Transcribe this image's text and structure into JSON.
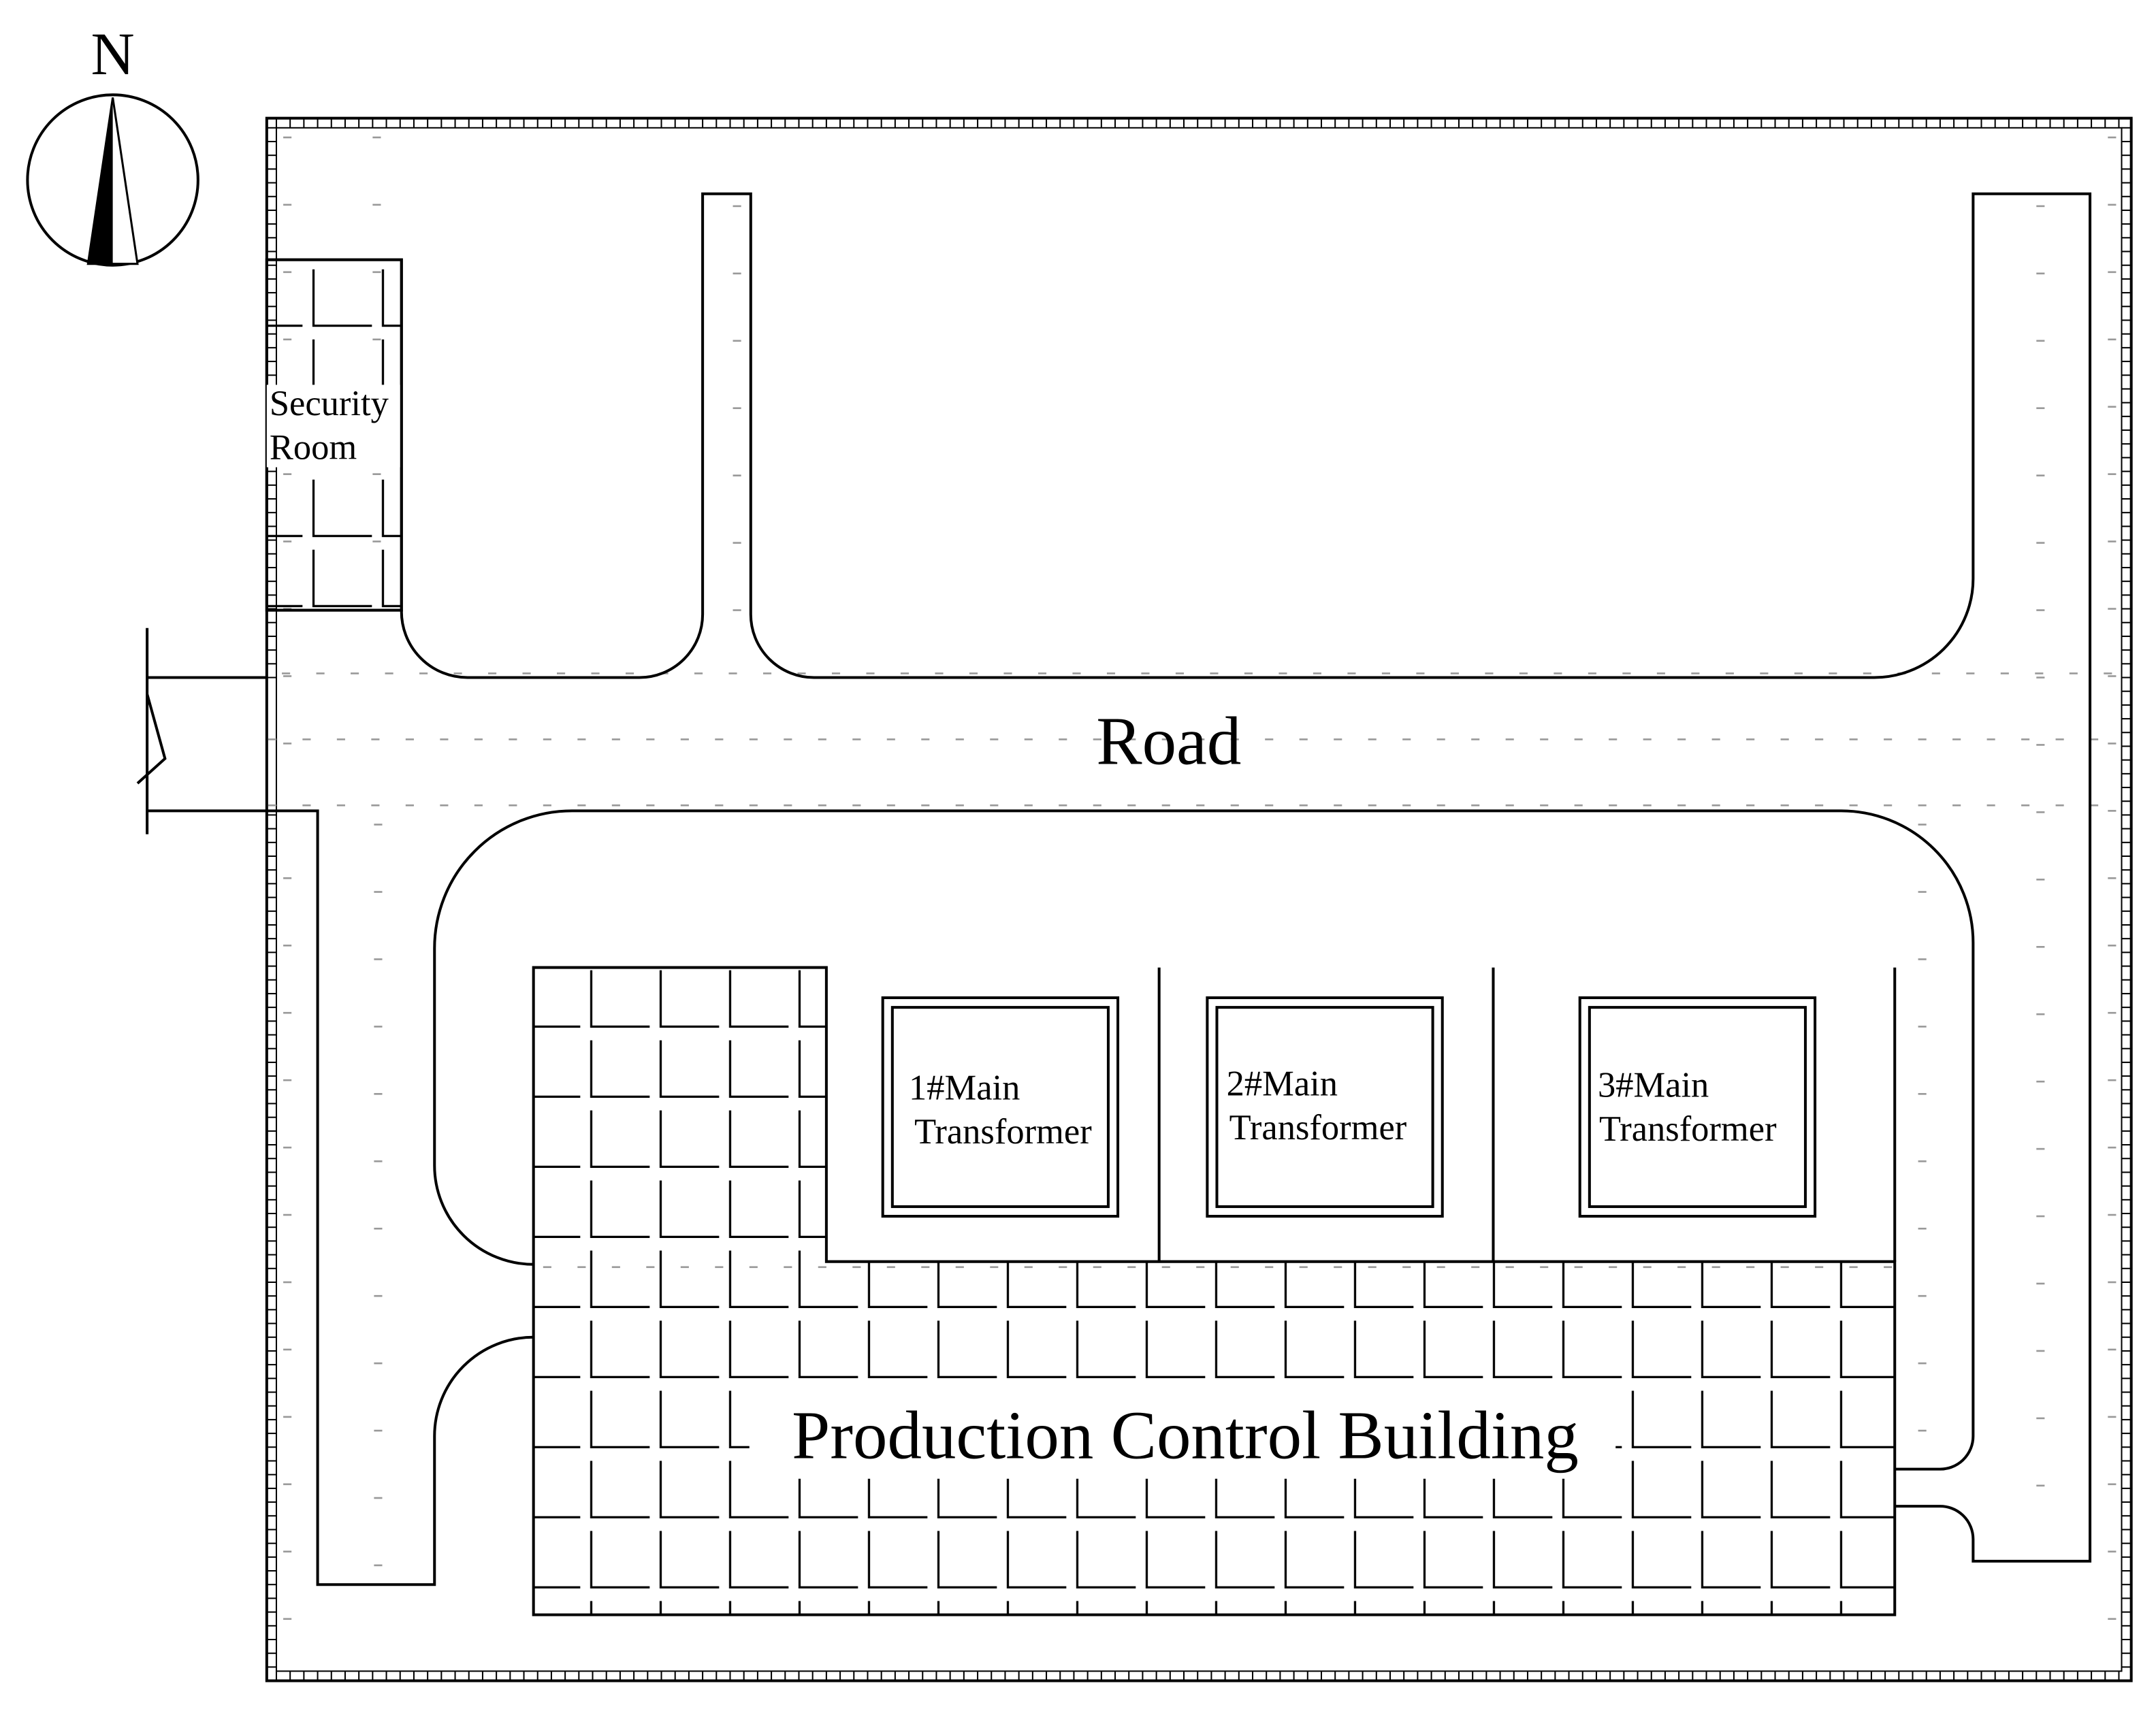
{
  "compass": {
    "north_label": "N"
  },
  "labels": {
    "security_line1": "Security",
    "security_line2": "Room",
    "road": "Road",
    "building": "Production Control Building",
    "transformers": [
      {
        "line1": "1#Main",
        "line2": "Transformer"
      },
      {
        "line1": "2#Main",
        "line2": "Transformer"
      },
      {
        "line1": "3#Main",
        "line2": "Transformer"
      }
    ]
  },
  "colors": {
    "line": "#000000",
    "background": "#ffffff",
    "road_dash": "#999999"
  }
}
